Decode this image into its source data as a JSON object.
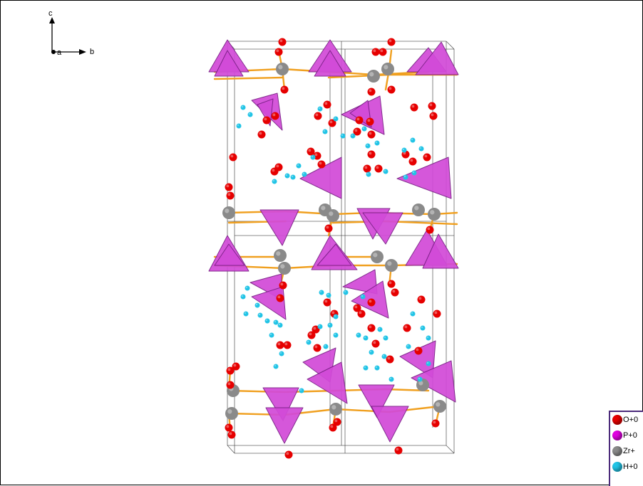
{
  "axes": {
    "c_label": "c",
    "a_label": "a",
    "b_label": "b"
  },
  "legend": [
    {
      "label": "O+0",
      "color": "#e60000"
    },
    {
      "label": "P+0",
      "color": "#e000e0"
    },
    {
      "label": "Zr+",
      "color": "#8a8a8a"
    },
    {
      "label": "H+0",
      "color": "#22c4e6"
    }
  ],
  "colors": {
    "polyhedron": "#d24bd8",
    "polyhedron_edge": "#7a1f86",
    "bond": "#f0a020",
    "cell_edge": "#333333"
  }
}
